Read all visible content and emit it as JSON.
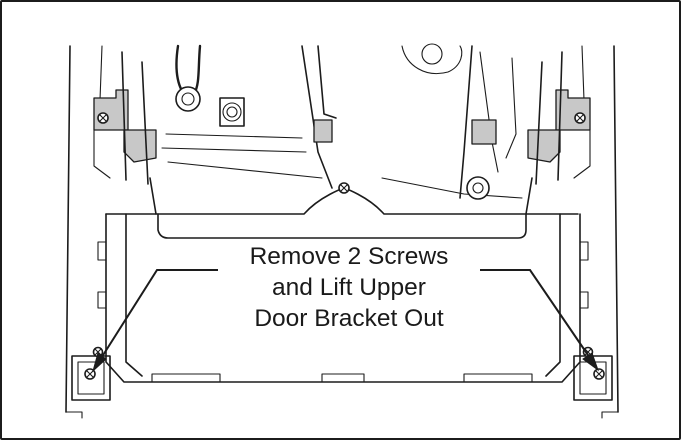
{
  "callout": {
    "line1": "Remove 2 Screws",
    "line2": "and Lift Upper",
    "line3": "Door Bracket Out"
  },
  "colors": {
    "line": "#1c1c1c",
    "shade": "#c8c8c8",
    "background": "#ffffff"
  },
  "icons": [
    "screw-icon"
  ]
}
